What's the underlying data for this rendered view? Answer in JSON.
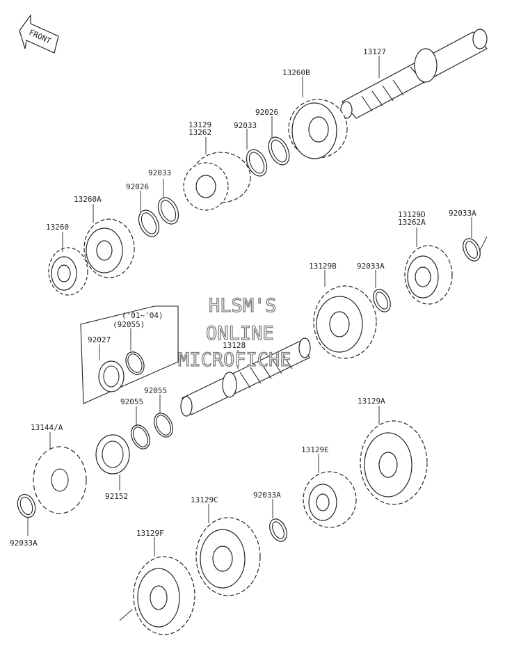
{
  "labels": {
    "front": "FRONT",
    "l13127": "13127",
    "l13260B": "13260B",
    "l92026_a": "92026",
    "l92033_a": "92033",
    "l13129": "13129",
    "l13262": "13262",
    "l92033_b": "92033",
    "l92026_b": "92026",
    "l13260A": "13260A",
    "l13260": "13260",
    "l13129D": "13129D",
    "l13262A": "13262A",
    "l92033A_a": "92033A",
    "l13129B": "13129B",
    "l92033A_b": "92033A",
    "range": "('01~'04)",
    "l92055_paren": "(92055)",
    "l92027": "92027",
    "l13128": "13128",
    "l92055_a": "92055",
    "l92055_b": "92055",
    "l13144A": "13144/A",
    "l92152": "92152",
    "l92033A_c": "92033A",
    "l13129A": "13129A",
    "l13129E": "13129E",
    "l92033A_d": "92033A",
    "l13129C": "13129C",
    "l13129F": "13129F"
  },
  "watermark": {
    "line1": "HLSM'S",
    "line2": "ONLINE",
    "line3": "MICROFICHE"
  },
  "colors": {
    "line": "#222222",
    "watermark_outline": "#7a7a7a"
  }
}
